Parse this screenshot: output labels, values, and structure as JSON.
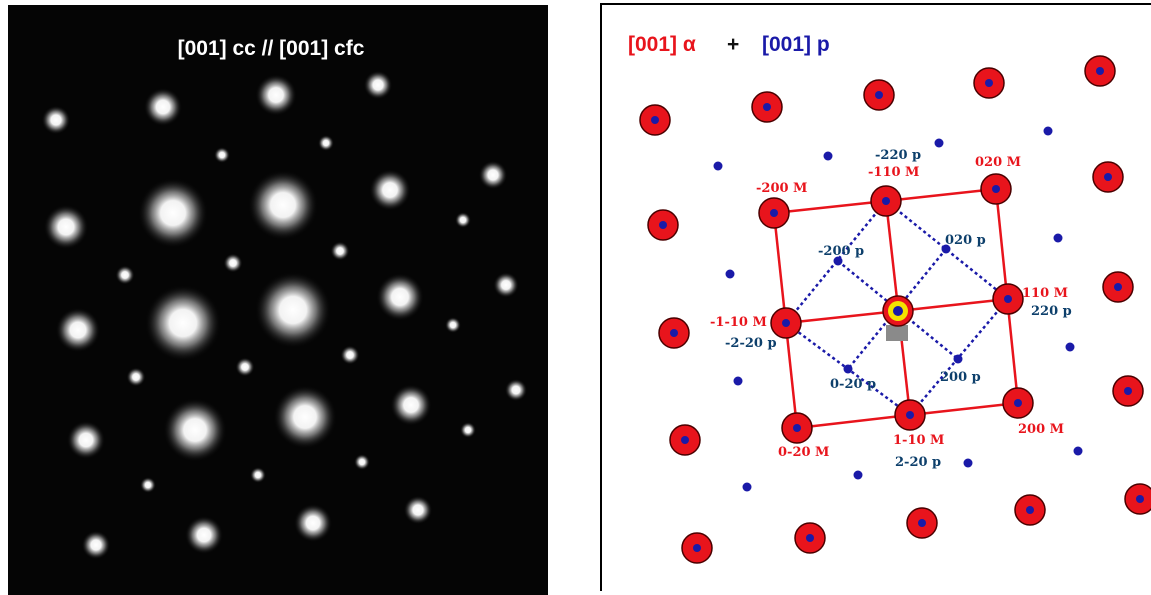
{
  "left_panel": {
    "title": "[001] cc // [001] cfc"
  },
  "right_panel": {
    "legend": {
      "alpha_label": "[001] α",
      "plus": "+",
      "p_label": "[001] p"
    },
    "labels": {
      "m_200_top": "-200 M",
      "m_110_top": "-110 M",
      "m_020_top": "020 M",
      "m_110_right": "110 M",
      "m_200_right": "200 M",
      "m_1m10_bottom": "1-10 M",
      "m_0m20": "0-20 M",
      "m_m1m10": "-1-10 M",
      "p_m220_top": "-220 p",
      "p_m200": "-200 p",
      "p_020": "020 p",
      "p_220_right": "220 p",
      "p_m2m20": "-2-20 p",
      "p_0m20": "0-20 p",
      "p_200": "200 p",
      "p_2m20": "2-20 p"
    },
    "colors": {
      "alpha_red": "#e8141c",
      "p_blue": "#1a1aa8",
      "label_navy": "#0d3f6b",
      "center_yellow": "#f4e300",
      "center_gray": "#8a8a8a"
    }
  }
}
